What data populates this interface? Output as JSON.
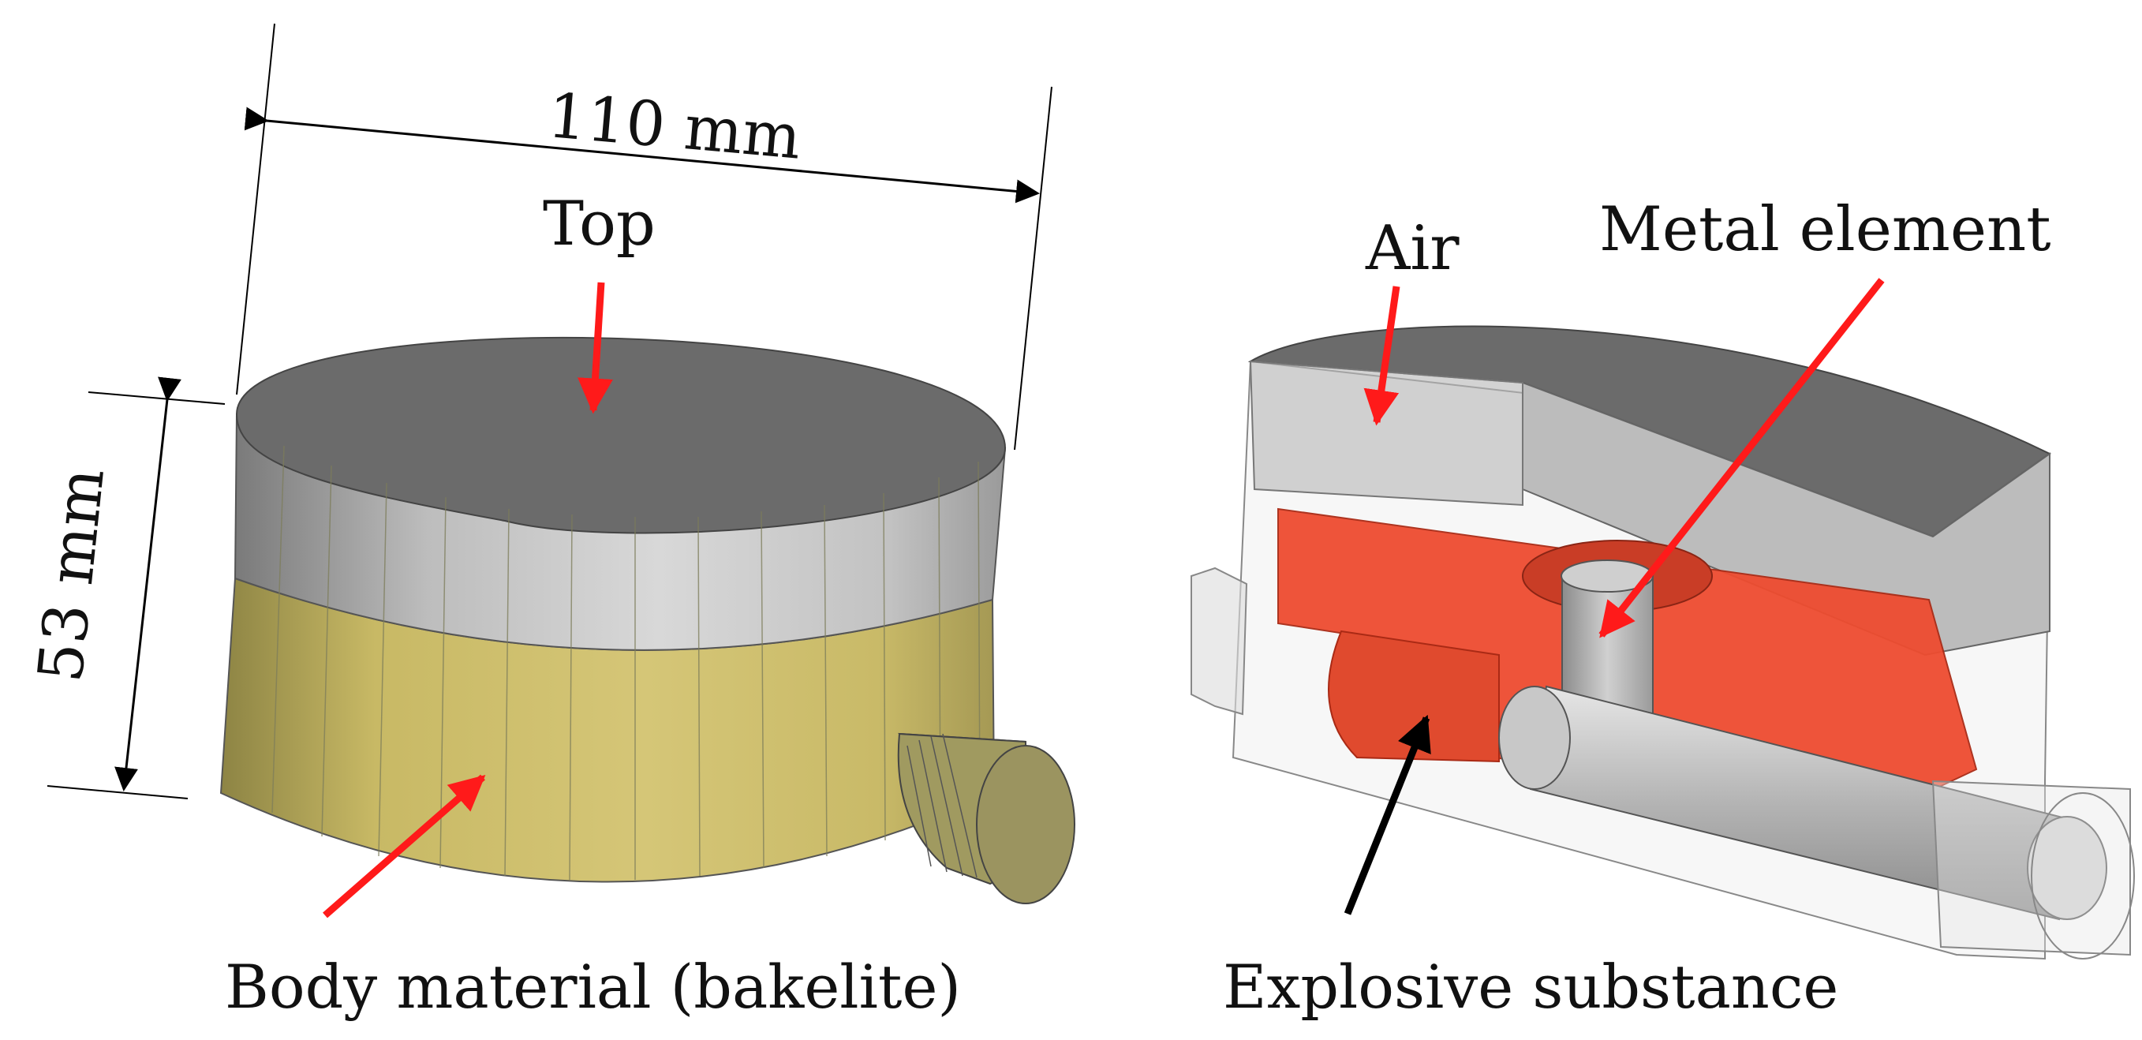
{
  "dimensions": {
    "width_label": "110 mm",
    "height_label": "53 mm"
  },
  "left_model": {
    "top_label": "Top",
    "body_label": "Body material (bakelite)"
  },
  "right_model": {
    "air_label": "Air",
    "metal_label": "Metal element",
    "explosive_label": "Explosive substance"
  },
  "colors": {
    "top_face": "#6b6b6b",
    "upper_band": "#c9c9c9",
    "body_yellow": "#cfc06a",
    "explosive_red": "#ee4c30",
    "metal_grey": "#bdbdbd",
    "arrow_red": "#ff1a1a",
    "arrow_black": "#000000"
  }
}
